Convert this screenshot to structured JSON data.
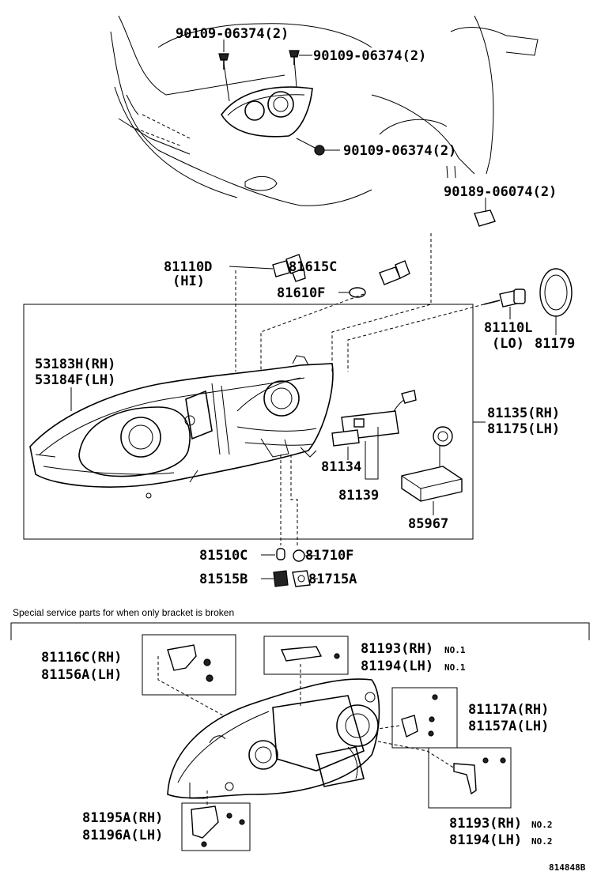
{
  "labels": {
    "bolt_top_left": "90109-06374(2)",
    "bolt_top_right": "90109-06374(2)",
    "bolt_mid": "90109-06374(2)",
    "clip": "90189-06074(2)",
    "bulb_hi": "81110D",
    "bulb_hi_note": "(HI)",
    "socket_815": "81615C",
    "bulb_816": "81610F",
    "bulb_lo": "81110L",
    "bulb_lo_note": "(LO)",
    "cap": "81179",
    "lamp_rh": "53183H(RH)",
    "lamp_lh": "53184F(LH)",
    "unit_rh": "81135(RH)",
    "unit_lh": "81175(LH)",
    "p81134": "81134",
    "p81139": "81139",
    "p85967": "85967",
    "p81510c": "81510C",
    "p81710f": "81710F",
    "p81515b": "81515B",
    "p81715a": "81715A",
    "bracket_note": "Special service parts for when only bracket is broken",
    "b1_rh": "81116C(RH)",
    "b1_lh": "81156A(LH)",
    "b2_rh": "81193(RH)",
    "b2_rh_no": "NO.1",
    "b2_lh": "81194(LH)",
    "b2_lh_no": "NO.1",
    "b3_rh": "81117A(RH)",
    "b3_lh": "81157A(LH)",
    "b4_rh": "81193(RH)",
    "b4_rh_no": "NO.2",
    "b4_lh": "81194(LH)",
    "b4_lh_no": "NO.2",
    "b5_rh": "81195A(RH)",
    "b5_lh": "81196A(LH)",
    "fig_id": "814848B"
  }
}
